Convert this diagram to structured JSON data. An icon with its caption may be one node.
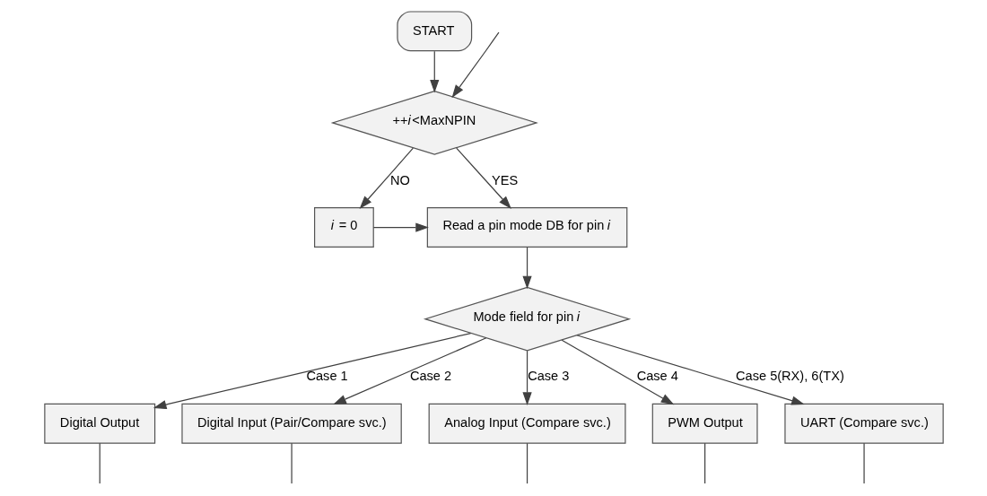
{
  "diagram": {
    "nodes": [
      {
        "text": [
          "START"
        ]
      },
      {
        "text": [
          "++*i*<MaxNPIN"
        ]
      },
      {
        "text": [
          "*i* = 0"
        ]
      },
      {
        "text": [
          "Read a pin mode DB for pin *i*"
        ]
      },
      {
        "text": [
          "Mode field for pin *i*"
        ]
      },
      {
        "text": [
          "Digital Output"
        ]
      },
      {
        "text": [
          "Digital Input (Pair/Compare svc.)"
        ]
      },
      {
        "text": [
          "Analog Input (Compare svc.)"
        ]
      },
      {
        "text": [
          "PWM Output"
        ]
      },
      {
        "text": [
          "UART (Compare svc.)"
        ]
      }
    ],
    "edges": [
      {
        "from": 0,
        "to": 1,
        "arrow": "to"
      },
      {
        "from": 1,
        "to": 3,
        "arrow": "to",
        "label": "YES"
      },
      {
        "from": 1,
        "to": 2,
        "arrow": "to",
        "label": "NO"
      },
      {
        "from": 2,
        "to": 3,
        "arrow": "to"
      },
      {
        "from": 3,
        "to": 4,
        "arrow": "to"
      },
      {
        "from": 4,
        "to": 5,
        "arrow": "to",
        "label": "Case 1"
      },
      {
        "from": 4,
        "to": 6,
        "arrow": "to",
        "label": "Case 2"
      },
      {
        "from": 4,
        "to": 7,
        "arrow": "to",
        "label": "Case 3"
      },
      {
        "from": 4,
        "to": 8,
        "arrow": "to",
        "label": "Case 4"
      },
      {
        "from": 4,
        "to": 9,
        "arrow": "to",
        "label": "Case 5(RX), 6(TX)"
      },
      {
        "from": 5,
        "to": null,
        "arrow": "none"
      },
      {
        "from": 6,
        "to": null,
        "arrow": "none"
      },
      {
        "from": 7,
        "to": null,
        "arrow": "none"
      },
      {
        "from": 8,
        "to": null,
        "arrow": "none"
      },
      {
        "from": 9,
        "to": null,
        "arrow": "none"
      },
      {
        "from": null,
        "to": 1,
        "arrow": "to"
      }
    ]
  }
}
